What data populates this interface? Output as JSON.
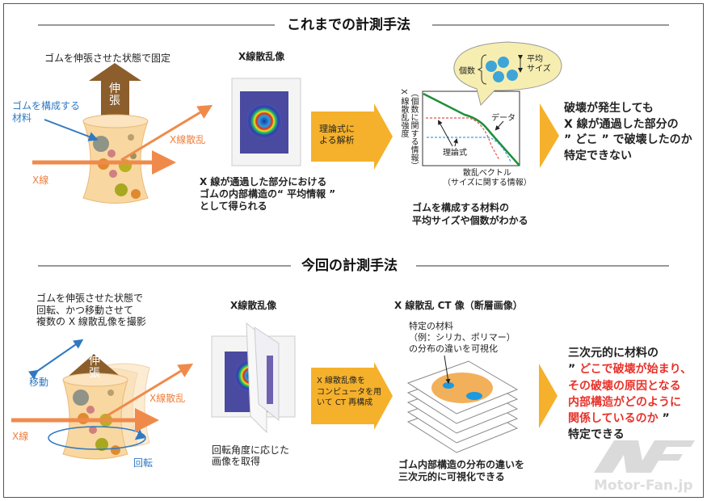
{
  "section1": {
    "title": "これまでの計測手法",
    "fixed_caption": "ゴムを伸張させた状態で固定",
    "stretch_label": "伸\n張",
    "material_label": "ゴムを構成する\n材料",
    "xray_label": "X線",
    "scatter_label": "X線散乱",
    "image_title": "X線散乱像",
    "image_caption": "X 線が通過した部分における\nゴムの内部構造の“ 平均情報 ”\nとして得られる",
    "analysis_box": "理論式に\nよる解析",
    "chart": {
      "ylabel": "（個数に関する情報）\nX 線散乱強度",
      "xlabel": "散乱ベクトル\n（サイズに関する情報）",
      "data_label": "データ",
      "theory_label": "理論式",
      "bubble_count": "個数",
      "bubble_size": "平均\nサイズ"
    },
    "chart_caption": "ゴムを構成する材料の\n平均サイズや個数がわかる",
    "conclusion": "破壊が発生しても\nX 線が通過した部分の\n” どこ ” で破壊したのか\n特定できない"
  },
  "section2": {
    "title": "今回の計測手法",
    "caption": "ゴムを伸張させた状態で\n回転、かつ移動させて\n複数の X 線散乱像を撮影",
    "move_label": "移動",
    "rotate_label": "回転",
    "stretch_label": "伸\n張",
    "xray_label": "X線",
    "scatter_label": "X線散乱",
    "image_title": "X線散乱像",
    "image_caption": "回転角度に応じた\n画像を取得",
    "ct_box": "X 線散乱像を\nコンピュータを用\nいて CT 再構成",
    "ct_title": "X 線散乱 CT 像（断層画像）",
    "ct_note": "特定の材料\n（例：シリカ、ポリマー）\nの分布の違いを可視化",
    "ct_caption": "ゴム内部構造の分布の違いを\n三次元的に可視化できる",
    "conclusion_1": "三次元的に材料の",
    "conclusion_red": "どこで破壊が始まり、\nその破壊の原因となる\n内部構造がどのように\n関係しているのか",
    "conclusion_2": "特定できる",
    "open_quote": "”",
    "close_quote": "”"
  },
  "watermark": "Motor-Fan.jp",
  "colors": {
    "orange": "#f5b12b",
    "xray": "#f08a4b",
    "blue": "#2f79c2",
    "brown": "#8b5e2b",
    "red": "#e8322b"
  }
}
